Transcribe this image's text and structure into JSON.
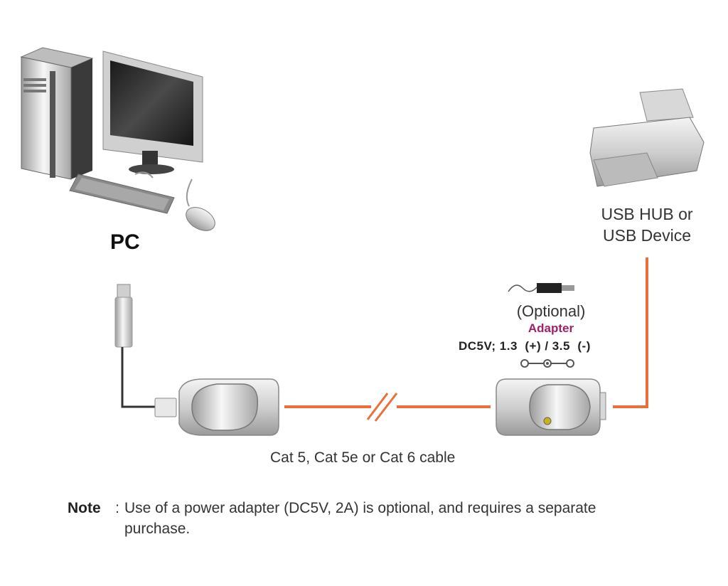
{
  "diagram": {
    "pc": {
      "label": "PC"
    },
    "device": {
      "label_line1": "USB HUB or",
      "label_line2": "USB Device"
    },
    "adapter": {
      "optional": "(Optional)",
      "name": "Adapter",
      "spec": "DC5V; 1.3  (+) / 3.5  (-)"
    },
    "cable": {
      "label": "Cat 5, Cat 5e or Cat 6 cable"
    },
    "note": {
      "key": "Note",
      "separator": ":",
      "text": "Use of a power adapter (DC5V, 2A) is optional, and requires a separate purchase."
    },
    "colors": {
      "cable_orange": "#e8703a",
      "adapter_magenta": "#a0206a",
      "led_yellow": "#c9b21a"
    }
  }
}
